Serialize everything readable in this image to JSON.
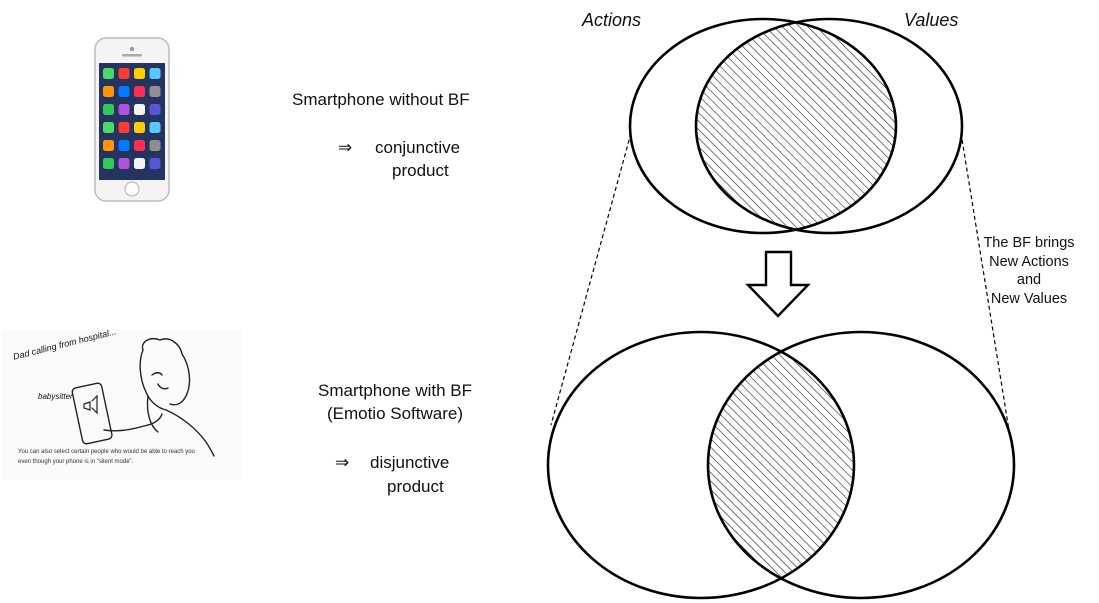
{
  "top_diagram": {
    "left_label": "Actions",
    "right_label": "Values"
  },
  "phone_section": {
    "title": "Smartphone without BF",
    "arrow": "⇒",
    "result_line1": "conjunctive",
    "result_line2": "product"
  },
  "bf_section": {
    "title_line1": "Smartphone with BF",
    "title_line2": "(Emotio Software)",
    "arrow": "⇒",
    "result_line1": "disjunctive",
    "result_line2": "product"
  },
  "side_note": {
    "line1": "The BF brings",
    "line2": "New Actions",
    "line3": "and",
    "line4": "New Values"
  },
  "sketch": {
    "caption_top": "Dad calling from hospital...",
    "caption_side": "babysitter",
    "caption_bottom_1": "You can also select certain people who would be able to reach you",
    "caption_bottom_2": "even though your phone is in \"silent mode\"."
  },
  "colors": {
    "stroke": "#000000",
    "hatch": "#222222",
    "phone_body": "#f2f2f2",
    "screen_bg": "#1a2a55"
  }
}
